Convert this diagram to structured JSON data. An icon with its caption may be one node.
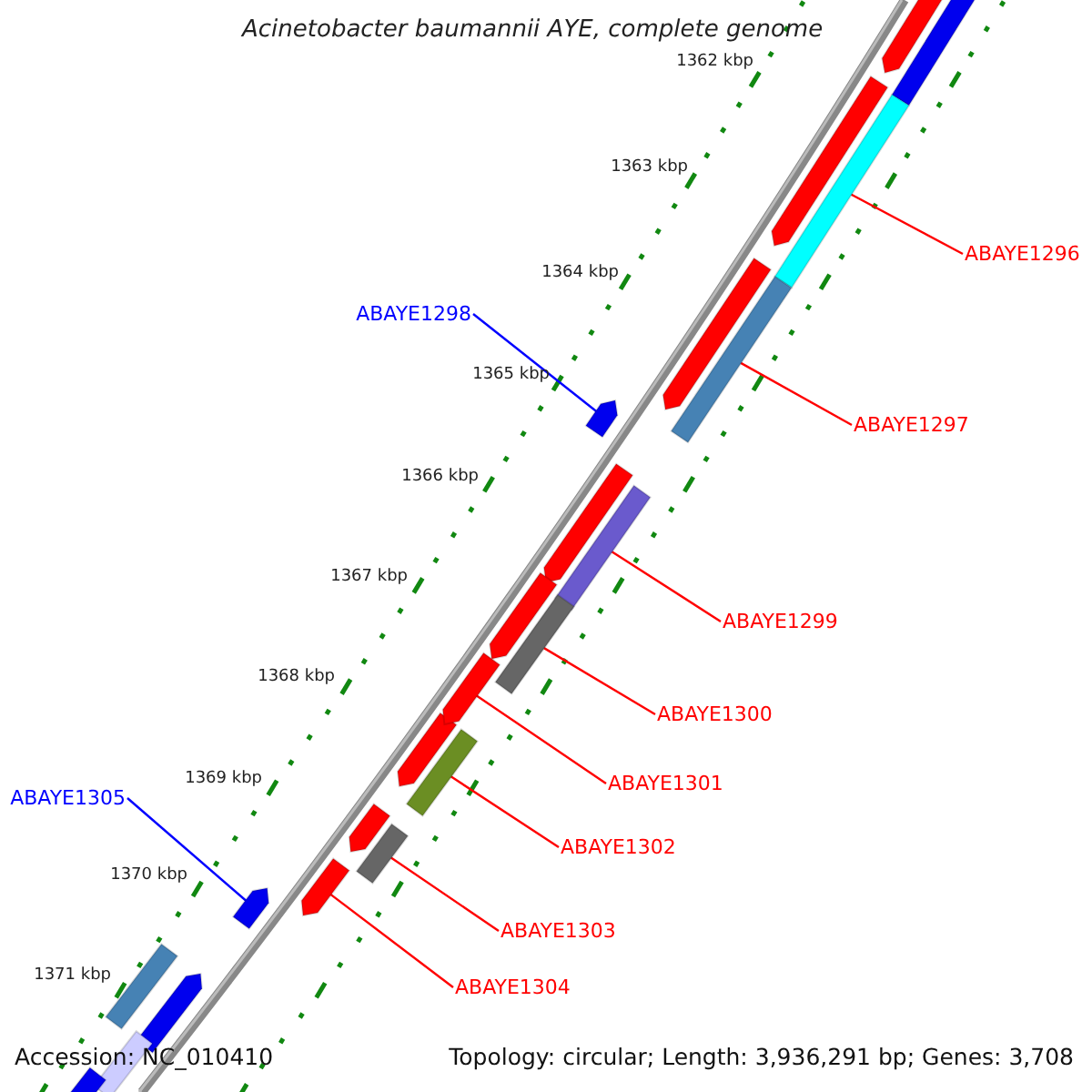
{
  "diagram": {
    "title": "Acinetobacter baumannii AYE, complete genome",
    "nodes": [
      {
        "text": [
          "ABAYE1296"
        ]
      },
      {
        "text": [
          "ABAYE1298"
        ]
      },
      {
        "text": [
          "ABAYE1297"
        ]
      },
      {
        "text": [
          "ABAYE1299"
        ]
      },
      {
        "text": [
          "ABAYE1300"
        ]
      },
      {
        "text": [
          "ABAYE1301"
        ]
      },
      {
        "text": [
          "ABAYE1305"
        ]
      },
      {
        "text": [
          "ABAYE1302"
        ]
      },
      {
        "text": [
          "ABAYE1303"
        ]
      },
      {
        "text": [
          "ABAYE1304"
        ]
      },
      {
        "text": [],
        "shape": "bar"
      },
      {
        "text": [],
        "shape": "bar"
      },
      {
        "text": [],
        "shape": "arrow"
      },
      {
        "text": [],
        "shape": "bar"
      },
      {
        "text": [],
        "shape": "bar"
      },
      {
        "text": [],
        "shape": "arrow"
      },
      {
        "text": [],
        "shape": "bar"
      },
      {
        "text": [],
        "shape": "bar"
      },
      {
        "text": [],
        "shape": "arrow"
      },
      {
        "text": [],
        "shape": "arrow"
      }
    ],
    "edges": [
      {
        "from": 0,
        "to": 10,
        "arrow": "none"
      },
      {
        "from": 1,
        "to": 12,
        "arrow": "none",
        "color": "#0000ff"
      },
      {
        "from": 2,
        "to": 11,
        "arrow": "none"
      },
      {
        "from": 3,
        "to": 13,
        "arrow": "none"
      },
      {
        "from": 4,
        "to": 14,
        "arrow": "none"
      },
      {
        "from": 5,
        "to": 15,
        "arrow": "none"
      },
      {
        "from": 6,
        "to": 19,
        "arrow": "none",
        "color": "#0000ff"
      },
      {
        "from": 7,
        "to": 16,
        "arrow": "none"
      },
      {
        "from": 8,
        "to": 17,
        "arrow": "none"
      },
      {
        "from": 9,
        "to": 18,
        "arrow": "none"
      }
    ],
    "labels": [
      "1362 kbp",
      "1363 kbp",
      "1364 kbp",
      "1365 kbp",
      "1366 kbp",
      "1367 kbp",
      "1368 kbp",
      "1369 kbp",
      "1370 kbp",
      "1371 kbp",
      "Accession: NC_010410",
      "Topology: circular; Length: 3,936,291 bp; Genes: 3,708"
    ]
  }
}
